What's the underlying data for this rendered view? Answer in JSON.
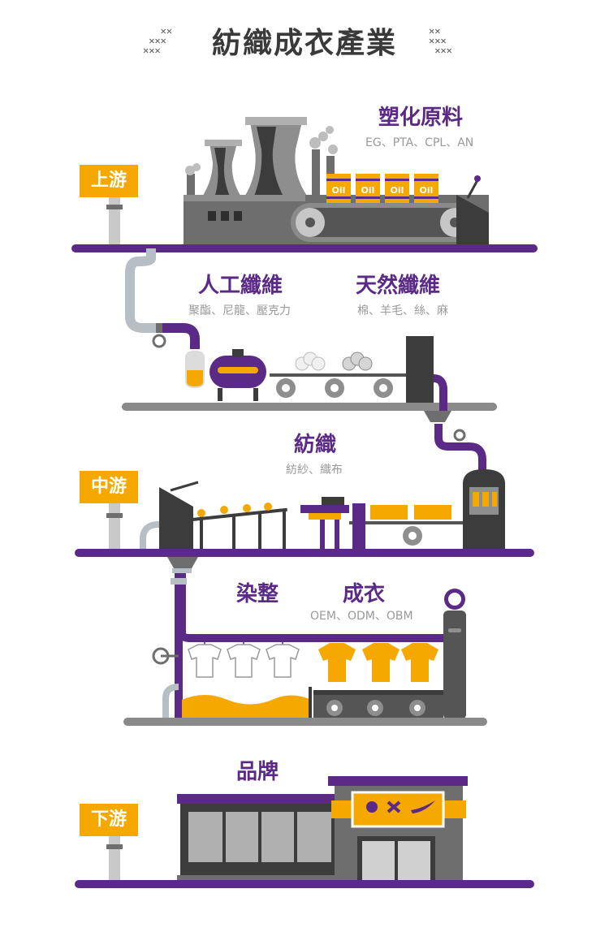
{
  "title": "紡織成衣產業",
  "stages": {
    "upstream": "上游",
    "midstream": "中游",
    "downstream": "下游"
  },
  "sections": {
    "raw_materials": {
      "title": "塑化原料",
      "subtitle": "EG、PTA、CPL、AN"
    },
    "man_made_fiber": {
      "title": "人工纖維",
      "subtitle": "聚酯、尼龍、壓克力"
    },
    "natural_fiber": {
      "title": "天然纖維",
      "subtitle": "棉、羊毛、絲、麻"
    },
    "textile": {
      "title": "紡織",
      "subtitle": "紡紗、織布"
    },
    "dyeing": {
      "title": "染整"
    },
    "garment": {
      "title": "成衣",
      "subtitle": "OEM、ODM、OBM"
    },
    "brand": {
      "title": "品牌"
    }
  },
  "barrel_label": "Oil",
  "colors": {
    "purple": "#5b2a86",
    "orange": "#f5a800",
    "dark_gray": "#4a4a4a",
    "mid_gray": "#6e6e6e",
    "light_gray": "#a9a9a9",
    "pipe": "#b7bfc4"
  }
}
